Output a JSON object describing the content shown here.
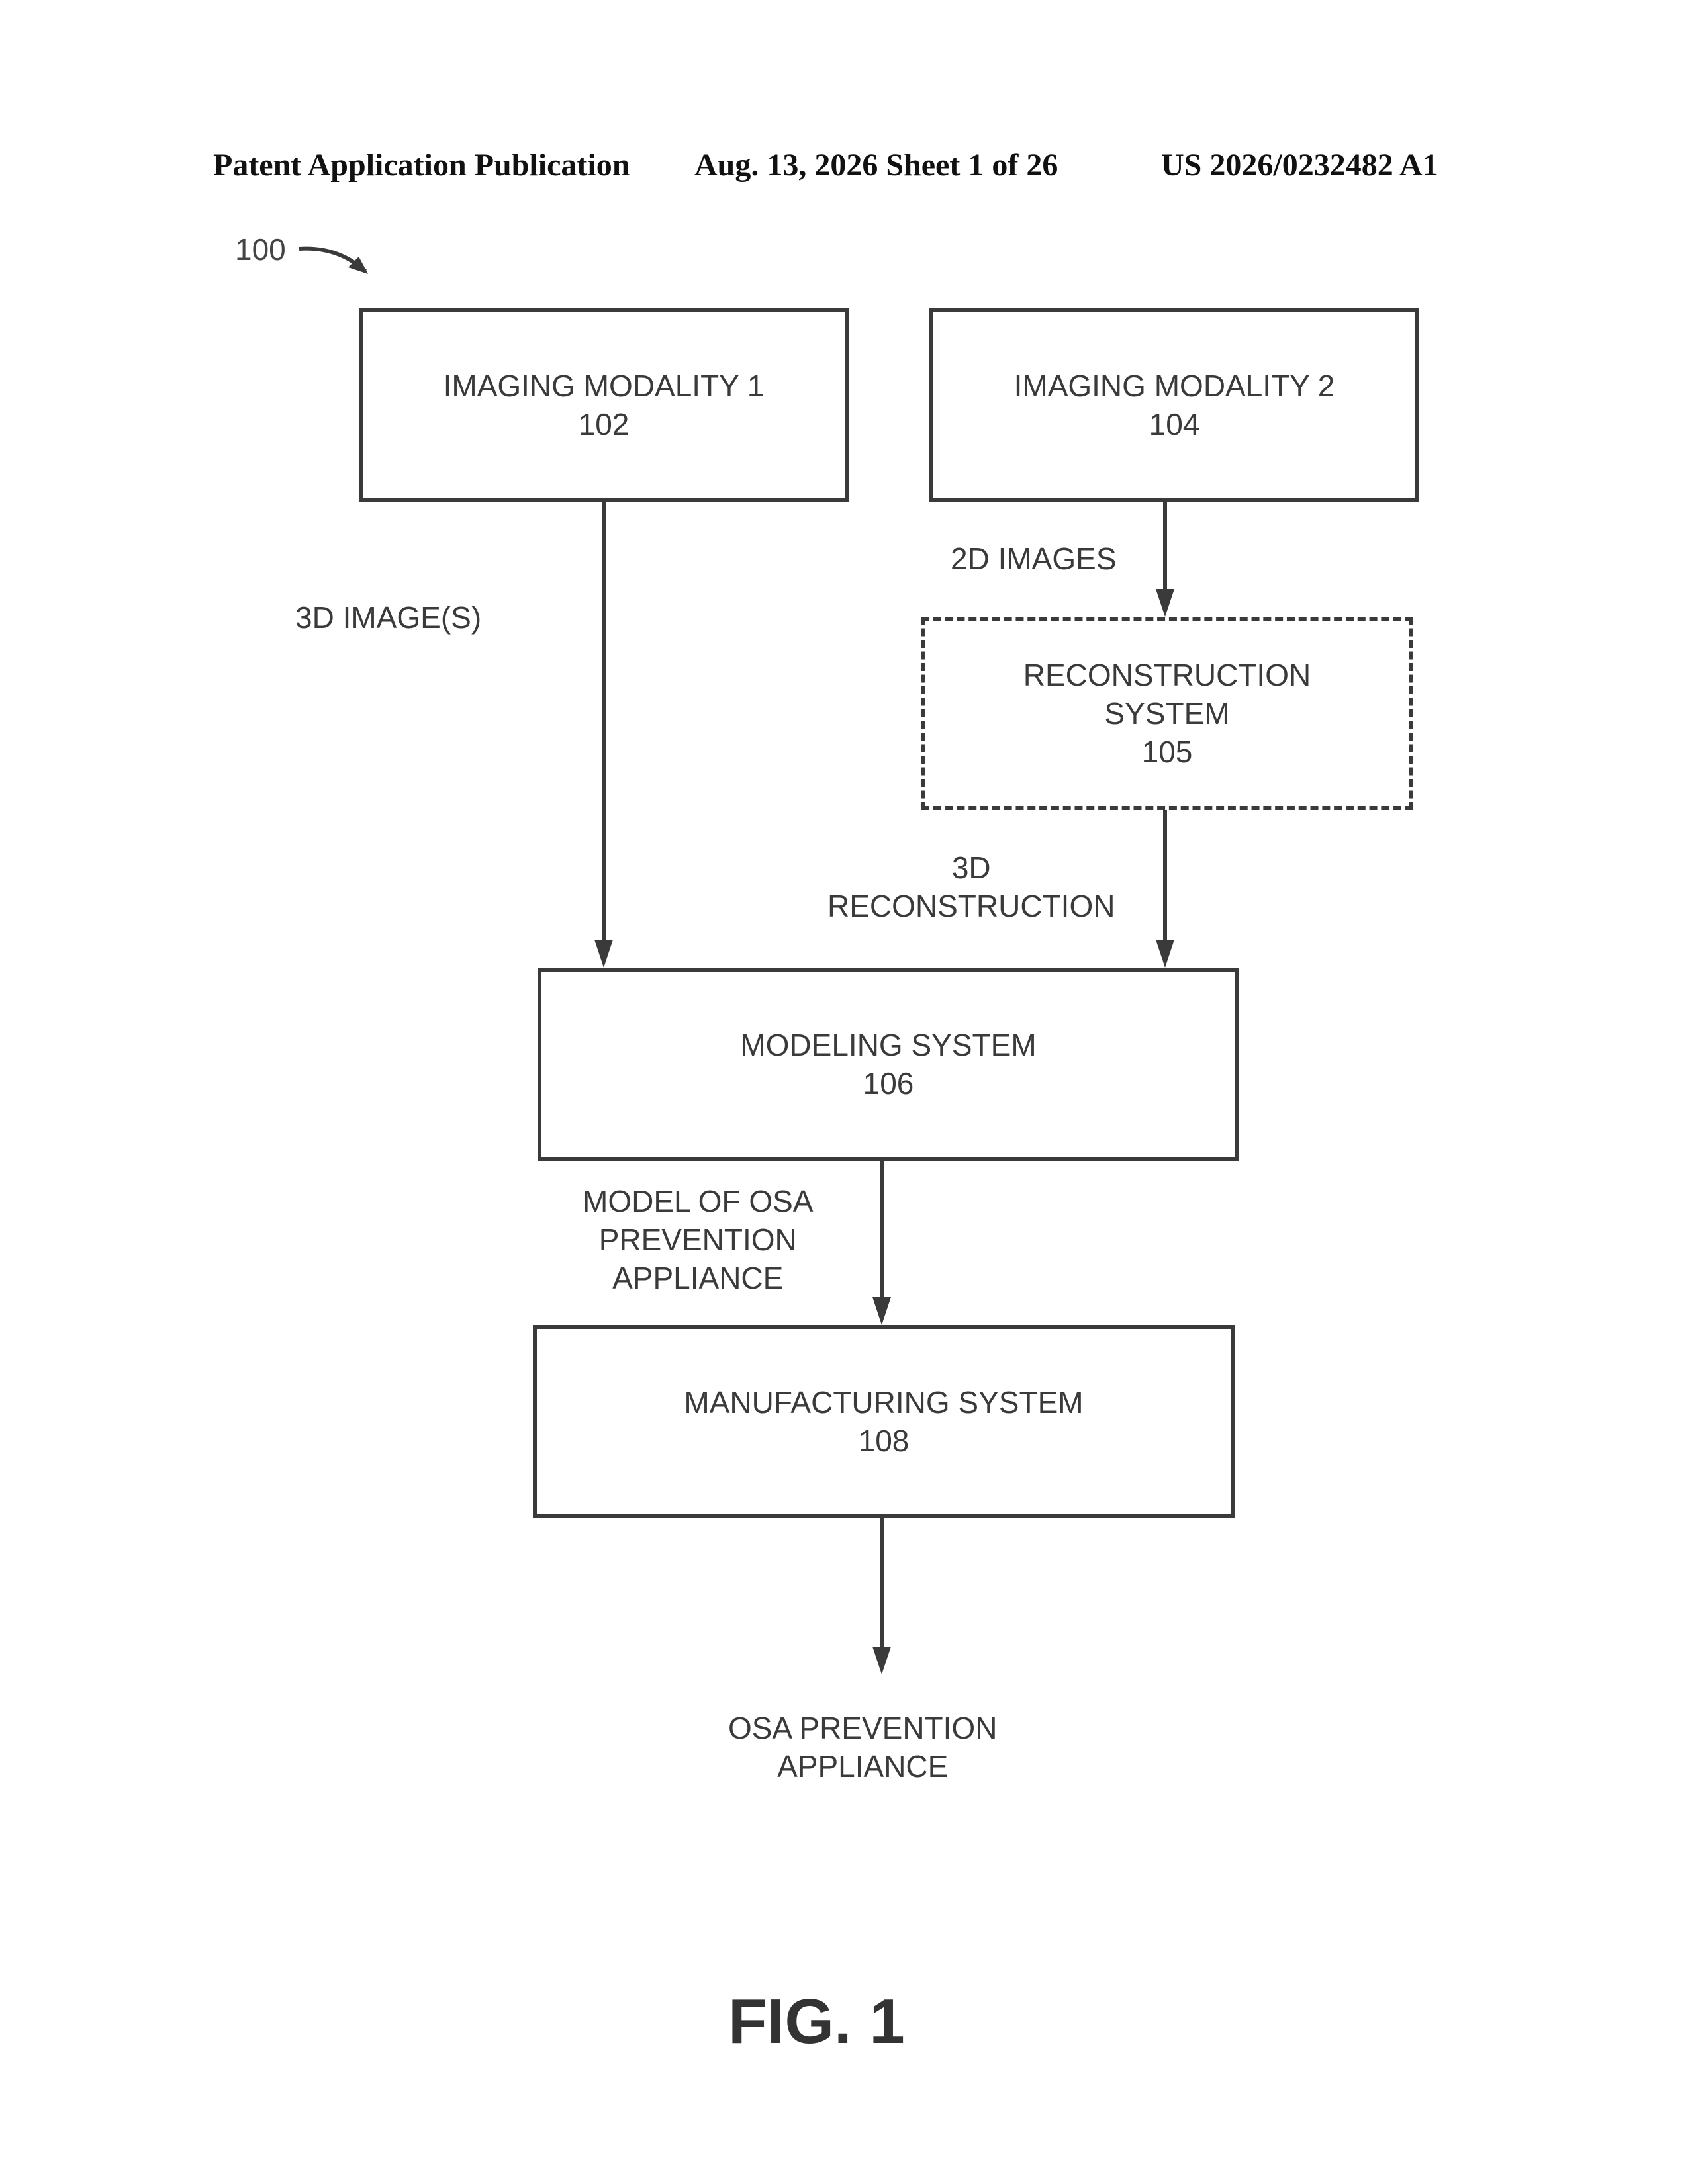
{
  "header": {
    "publication": "Patent Application Publication",
    "date_sheet": "Aug. 13, 2026  Sheet 1 of 26",
    "number": "US 2026/0232482 A1"
  },
  "figure_ref": "100",
  "boxes": {
    "imaging_modality_1": {
      "title": "IMAGING MODALITY 1",
      "ref": "102"
    },
    "imaging_modality_2": {
      "title": "IMAGING MODALITY 2",
      "ref": "104"
    },
    "reconstruction_system": {
      "title_line1": "RECONSTRUCTION",
      "title_line2": "SYSTEM",
      "ref": "105"
    },
    "modeling_system": {
      "title": "MODELING SYSTEM",
      "ref": "106"
    },
    "manufacturing_system": {
      "title": "MANUFACTURING SYSTEM",
      "ref": "108"
    }
  },
  "labels": {
    "three_d_images": "3D IMAGE(S)",
    "two_d_images": "2D IMAGES",
    "three_d_reconstruction_line1": "3D",
    "three_d_reconstruction_line2": "RECONSTRUCTION",
    "model_line1": "MODEL OF OSA",
    "model_line2": "PREVENTION",
    "model_line3": "APPLIANCE",
    "output_line1": "OSA PREVENTION",
    "output_line2": "APPLIANCE"
  },
  "figure_label": "FIG. 1"
}
